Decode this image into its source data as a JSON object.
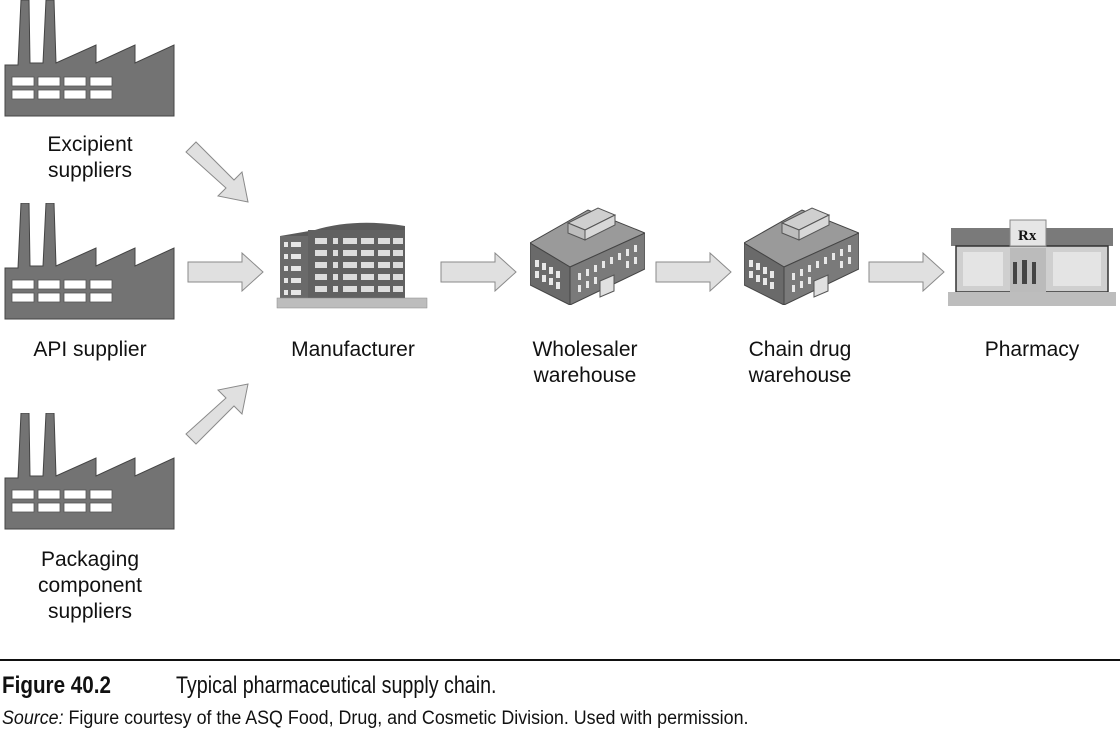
{
  "nodes": {
    "excipient": {
      "label": "Excipient\nsuppliers",
      "icon": "factory-icon"
    },
    "api": {
      "label": "API supplier",
      "icon": "factory-icon"
    },
    "packaging": {
      "label": "Packaging\ncomponent\nsuppliers",
      "icon": "factory-icon"
    },
    "manufacturer": {
      "label": "Manufacturer",
      "icon": "office-building-icon"
    },
    "wholesaler": {
      "label": "Wholesaler\nwarehouse",
      "icon": "warehouse-icon"
    },
    "chain": {
      "label": "Chain drug\nwarehouse",
      "icon": "warehouse-icon"
    },
    "pharmacy": {
      "label": "Pharmacy",
      "icon": "pharmacy-storefront-icon",
      "sign": "Rx"
    }
  },
  "caption": {
    "figure_number": "Figure 40.2",
    "title": "Typical pharmaceutical supply chain.",
    "source_label": "Source:",
    "source_text": " Figure courtesy of the ASQ Food, Drug, and Cosmetic Division. Used with permission."
  },
  "colors": {
    "factory": "#737373",
    "arrow_fill": "#e0e0e0",
    "arrow_stroke": "#8a8a8a",
    "text": "#111111"
  }
}
